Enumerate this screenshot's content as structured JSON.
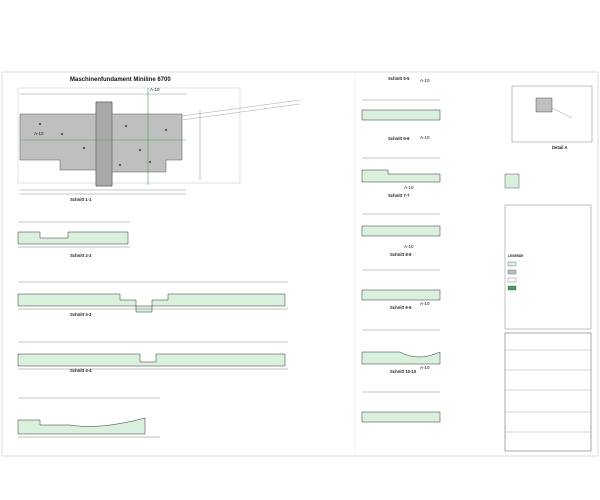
{
  "drawing": {
    "title": "Maschinenfundament Miniline 6700",
    "detail_label": "Detail A",
    "legend_label": "LEGENDE"
  },
  "plan_labels": {
    "zone_left": "A-10",
    "zone_top_right": "A-10"
  },
  "sections": {
    "s11": "Schnitt 1-1",
    "s22": "Schnitt 2-2",
    "s33": "Schnitt 3-3",
    "s44": "Schnitt 4-4",
    "s55": "Schnitt 5-5",
    "s66": "Schnitt 6-6",
    "s77": "Schnitt 7-7",
    "s88": "Schnitt 8-8",
    "s99": "Schnitt 9-9",
    "s1010": "Schnitt 10-10"
  },
  "axis_tags": {
    "t55": "A-10",
    "t66": "A-10",
    "t77": "A-10",
    "t88": "A-10",
    "t99": "A-10",
    "t1010": "A-10"
  },
  "colors": {
    "concrete_fill": "#d9f0dc",
    "plan_fill": "#bfbfbf",
    "line": "#333333",
    "accent_green": "#3aa655"
  }
}
